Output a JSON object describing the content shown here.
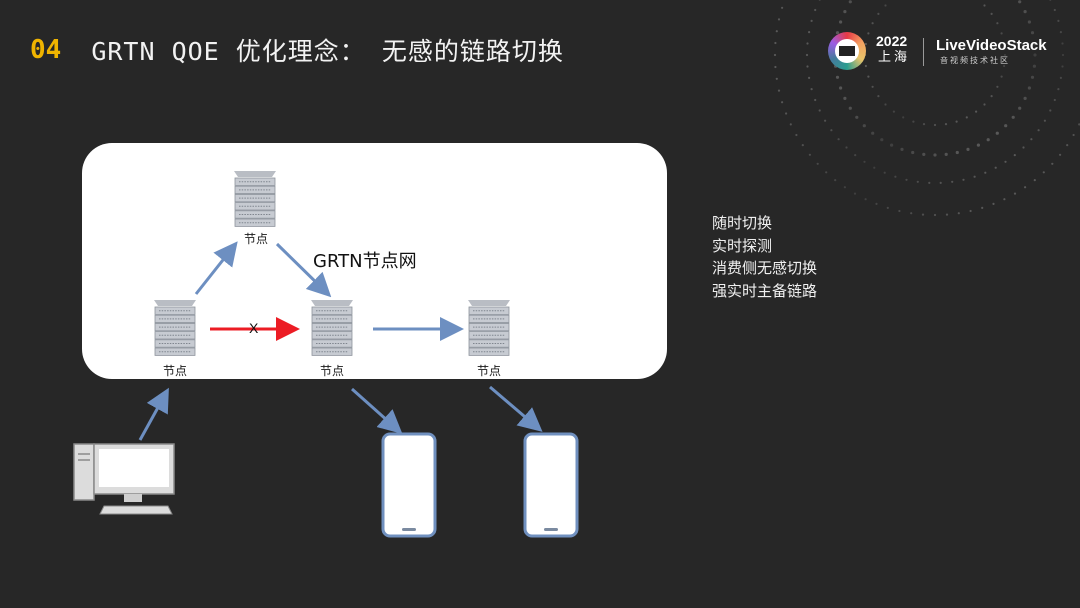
{
  "header": {
    "section_number": "04",
    "title": "GRTN QOE 优化理念：  无感的链路切换"
  },
  "brand": {
    "year": "2022",
    "city": "上海",
    "name": "LiveVideoStack",
    "tagline": "音视频技术社区"
  },
  "diagram": {
    "network_label": "GRTN节点网",
    "failed_link_mark": "X",
    "node_labels": [
      "节点",
      "节点",
      "节点",
      "节点"
    ]
  },
  "bullets": [
    "随时切换",
    "实时探测",
    "消费侧无感切换",
    "强实时主备链路"
  ],
  "colors": {
    "background": "#272727",
    "section_number": "#f0b400",
    "arrow_blue": "#6d8fc1",
    "arrow_red": "#ec1c24",
    "panel": "#ffffff"
  }
}
